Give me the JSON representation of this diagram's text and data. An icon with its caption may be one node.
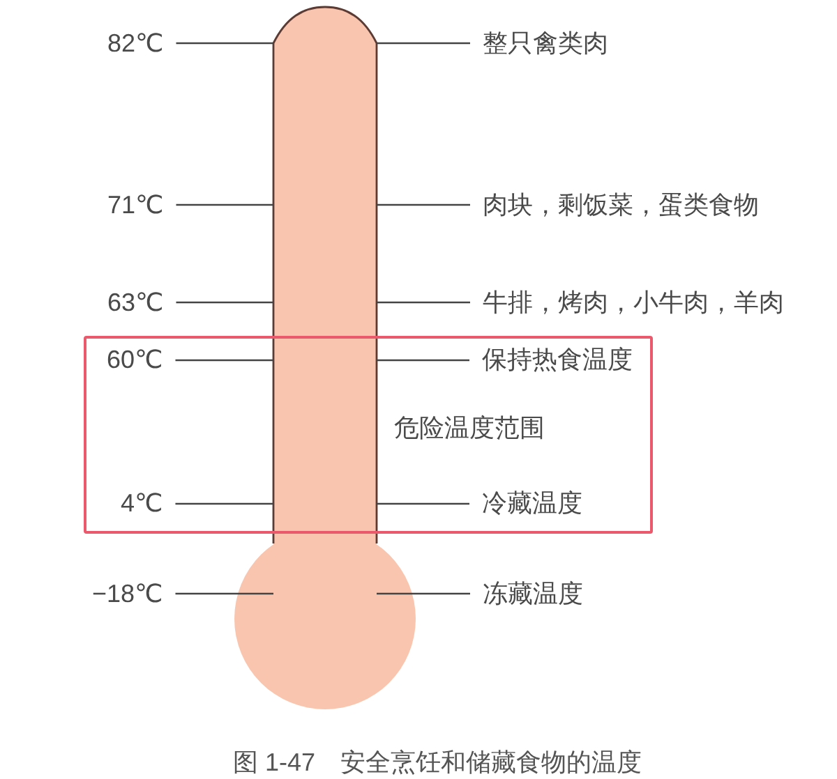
{
  "diagram": {
    "caption": "图 1-47　安全烹饪和储藏食物的温度",
    "nodes": [
      {
        "text": [
          "82℃"
        ]
      },
      {
        "text": [],
        "shape": "picture"
      },
      {
        "text": [
          "整只禽类肉"
        ]
      },
      {
        "text": [
          "71℃"
        ]
      },
      {
        "text": [
          "肉块，剩饭菜，蛋类食物"
        ]
      },
      {
        "text": [
          "63℃"
        ]
      },
      {
        "text": [
          "牛排，烤肉，小牛肉，羊肉"
        ]
      },
      {
        "text": [
          "危险温度范围"
        ]
      },
      {
        "text": [
          "60℃"
        ],
        "in": 7
      },
      {
        "text": [
          "保持热食温度"
        ],
        "in": 7
      },
      {
        "text": [
          "4℃"
        ],
        "in": 7
      },
      {
        "text": [
          "冷藏温度"
        ],
        "in": 7
      },
      {
        "text": [
          "−18℃"
        ]
      },
      {
        "text": [
          "冻藏温度"
        ]
      }
    ],
    "edges": [
      {
        "from": 0,
        "to": 1,
        "arrow": "none"
      },
      {
        "from": 2,
        "to": 1,
        "arrow": "none"
      },
      {
        "from": 3,
        "to": 1,
        "arrow": "none"
      },
      {
        "from": 4,
        "to": 1,
        "arrow": "none"
      },
      {
        "from": 5,
        "to": 1,
        "arrow": "none"
      },
      {
        "from": 6,
        "to": 1,
        "arrow": "none"
      },
      {
        "from": 8,
        "to": 1,
        "arrow": "none"
      },
      {
        "from": 9,
        "to": 1,
        "arrow": "none"
      },
      {
        "from": 10,
        "to": 1,
        "arrow": "none"
      },
      {
        "from": 11,
        "to": 1,
        "arrow": "none"
      },
      {
        "from": 12,
        "to": 1,
        "arrow": "none"
      },
      {
        "from": 13,
        "to": 1,
        "arrow": "none"
      }
    ]
  }
}
